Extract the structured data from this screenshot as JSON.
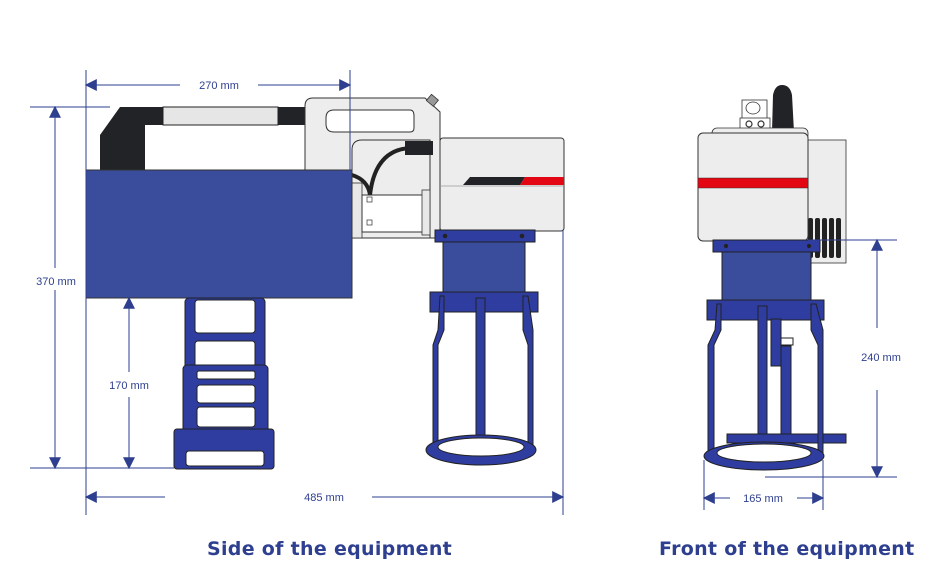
{
  "colors": {
    "dimension_line": "#2e3f8f",
    "body_blue": "#3a4c9c",
    "frame_blue": "#2f3da0",
    "handle_black": "#222326",
    "housing_gray": "#ededed",
    "accent_red": "#e30613",
    "caption": "#2e3f8f"
  },
  "side_view": {
    "caption": "Side of the equipment",
    "dimensions": {
      "top_width": "270 mm",
      "total_height": "370 mm",
      "lower_height": "170 mm",
      "total_length": "485 mm"
    }
  },
  "front_view": {
    "caption": "Front of the equipment",
    "dimensions": {
      "height": "240 mm",
      "base_width": "165 mm"
    }
  }
}
